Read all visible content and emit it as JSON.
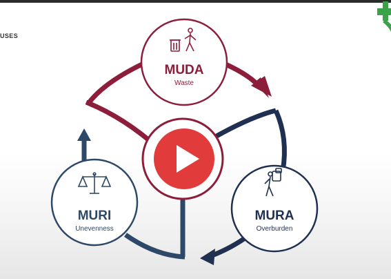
{
  "video": {
    "section_label": "USES",
    "play_icon": "play-icon"
  },
  "diagram": {
    "nodes": [
      {
        "title": "MUDA",
        "subtitle": "Waste",
        "icon": "trash-person-icon",
        "color": "#8c1d3b"
      },
      {
        "title": "MURA",
        "subtitle": "Overburden",
        "icon": "hiker-backpack-icon",
        "color": "#1f3050"
      },
      {
        "title": "MURI",
        "subtitle": "Unevenness",
        "icon": "balance-scale-icon",
        "color": "#2e4868"
      }
    ]
  },
  "colors": {
    "muda": "#8c1d3b",
    "mura": "#1f3050",
    "muri": "#2e4868",
    "play": "#e23b3b",
    "logo": "#3aa34a"
  }
}
